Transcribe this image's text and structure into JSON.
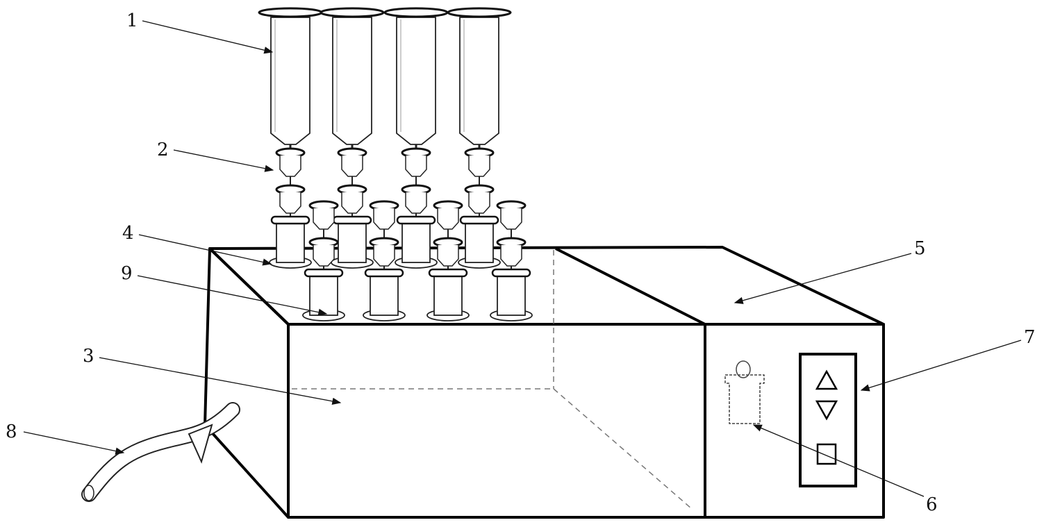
{
  "labels": {
    "syringe": "1",
    "filter_upper": "2",
    "tank": "3",
    "holder_rear": "4",
    "control_housing": "5",
    "sensor": "6",
    "control_panel": "7",
    "drain_pipe": "8",
    "holder_front": "9"
  },
  "icons": [
    "up-triangle-icon",
    "down-triangle-icon",
    "stop-square-icon"
  ]
}
